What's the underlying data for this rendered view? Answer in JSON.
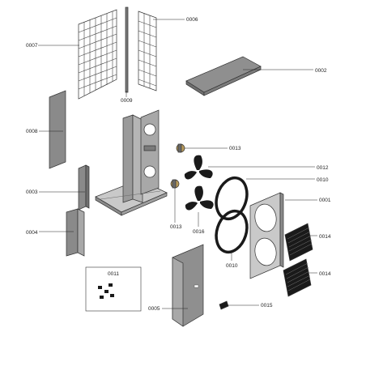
{
  "labels": {
    "p0001": "0001",
    "p0002": "0002",
    "p0003": "0003",
    "p0004": "0004",
    "p0005": "0005",
    "p0006": "0006",
    "p0007": "0007",
    "p0008": "0008",
    "p0009": "0009",
    "p0010a": "0010",
    "p0010b": "0010",
    "p0011": "0011",
    "p0012": "0012",
    "p0013a": "0013",
    "p0013b": "0013",
    "p0014a": "0014",
    "p0014b": "0014",
    "p0015": "0015",
    "p0016": "0016"
  },
  "colors": {
    "panel": "#8a8a8a",
    "panel_dark": "#6f6f6f",
    "panel_light": "#c9c9c9",
    "black": "#1a1a1a",
    "line": "#222222"
  }
}
